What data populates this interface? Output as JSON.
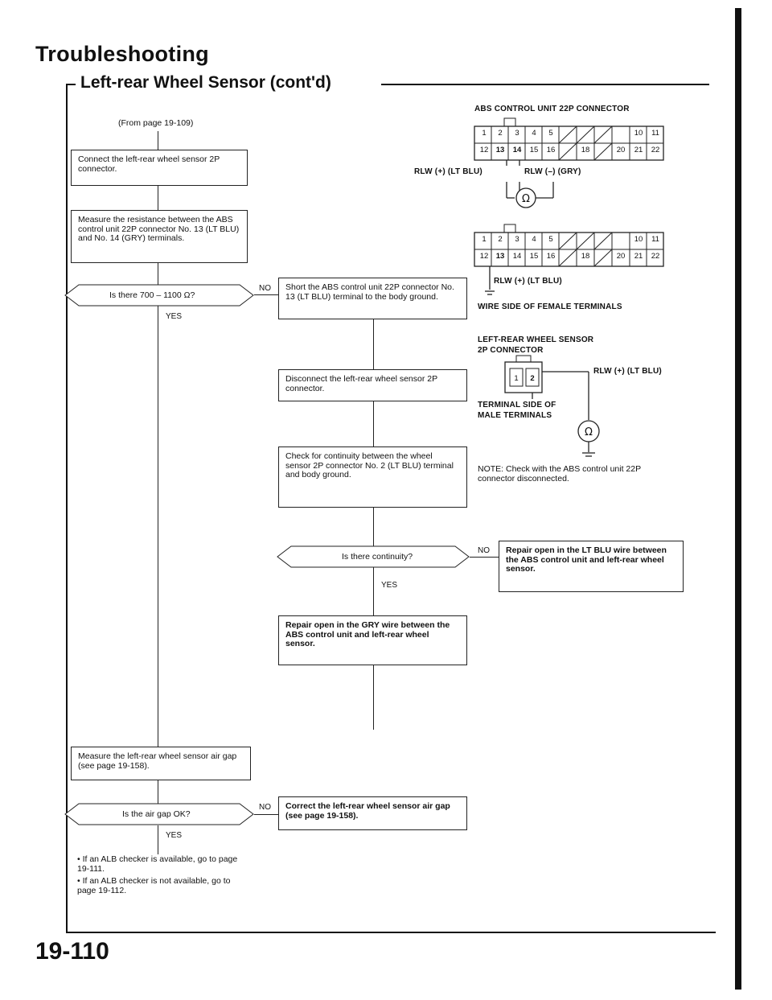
{
  "header": {
    "title": "Troubleshooting",
    "subtitle": "Left-rear Wheel Sensor (cont'd)"
  },
  "flow": {
    "from_page": "(From page 19-109)",
    "step_connect": "Connect the left-rear wheel sensor 2P connector.",
    "step_measure": "Measure the resistance between the ABS control unit 22P connector No. 13 (LT BLU) and No. 14 (GRY) terminals.",
    "q_resistance": "Is there 700 – 1100 Ω?",
    "no_short": "Short the ABS control unit 22P connector No. 13 (LT BLU) terminal to the body ground.",
    "step_disconnect": "Disconnect the left-rear wheel sensor 2P connector.",
    "step_check": "Check for continuity between the wheel sensor 2P connector No. 2 (LT BLU) terminal and body ground.",
    "q_continuity": "Is there continuity?",
    "no_repair_open": "Repair open in the LT BLU wire between the ABS control unit and left-rear wheel sensor.",
    "yes_repair_gry": "Repair open in the GRY wire between the ABS control unit and left-rear wheel sensor.",
    "step_airgap": "Measure the left-rear wheel sensor air gap (see page 19-158).",
    "q_airgap": "Is the air gap OK?",
    "no_correct": "Correct the left-rear wheel sensor air gap (see page 19-158).",
    "final_1": "• If an ALB checker is available, go to page 19-111.",
    "final_2": "• If an ALB checker is not available, go to page 19-112.",
    "yes": "YES",
    "no": "NO"
  },
  "diagram": {
    "abs_title": "ABS CONTROL UNIT 22P CONNECTOR",
    "row1": [
      "1",
      "2",
      "3",
      "4",
      "5",
      "",
      "",
      "",
      "10",
      "11"
    ],
    "row2": [
      "12",
      "13",
      "14",
      "15",
      "16",
      "",
      "18",
      "",
      "20",
      "21",
      "22"
    ],
    "rlw_plus": "RLW (+) (LT BLU)",
    "rlw_minus": "RLW (–) (GRY)",
    "rlw_plus2": "RLW (+) (LT BLU)",
    "wire_side": "WIRE SIDE OF FEMALE TERMINALS",
    "sensor_title_1": "LEFT-REAR WHEEL SENSOR",
    "sensor_title_2": "2P CONNECTOR",
    "sensor_pins": [
      "1",
      "2"
    ],
    "rlw_plus3": "RLW (+) (LT BLU)",
    "term_side_1": "TERMINAL SIDE OF",
    "term_side_2": "MALE TERMINALS",
    "ohm": "Ω",
    "note": "NOTE: Check with the ABS control unit 22P connector disconnected."
  },
  "footer": {
    "page_number": "19-110"
  }
}
